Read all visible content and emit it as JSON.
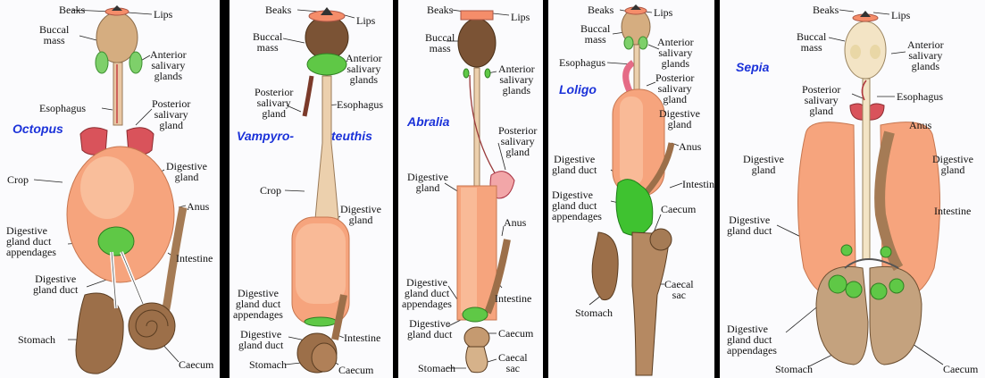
{
  "colors": {
    "gland": "#f6a47d",
    "gland_light": "#fbc9a8",
    "tube": "#e7c8a3",
    "brown": "#9c6f49",
    "green": "#5fc846",
    "red": "#d9535b",
    "label_blue": "#1b32d9"
  },
  "panels": [
    {
      "species": "Octopus",
      "labels": {
        "beaks": "Beaks",
        "lips": "Lips",
        "buccal_mass": "Buccal\nmass",
        "anterior_salivary": "Anterior\nsalivary\nglands",
        "esophagus": "Esophagus",
        "posterior_salivary": "Posterior\nsalivary\ngland",
        "crop": "Crop",
        "digestive_gland": "Digestive\ngland",
        "anus": "Anus",
        "gland_duct_appendages": "Digestive\ngland duct\nappendages",
        "intestine": "Intestine",
        "gland_duct": "Digestive\ngland duct",
        "stomach": "Stomach",
        "caecum": "Caecum"
      }
    },
    {
      "species_a": "Vampyro-",
      "species_b": "teuthis",
      "labels": {
        "beaks": "Beaks",
        "lips": "Lips",
        "buccal_mass": "Buccal\nmass",
        "anterior_salivary": "Anterior\nsalivary\nglands",
        "posterior_salivary": "Posterior\nsalivary\ngland",
        "esophagus": "Esophagus",
        "crop": "Crop",
        "digestive_gland": "Digestive\ngland",
        "gland_duct_appendages": "Digestive\ngland duct\nappendages",
        "gland_duct": "Digestive\ngland duct",
        "intestine": "Intestine",
        "stomach": "Stomach",
        "caecum": "Caecum"
      }
    },
    {
      "species": "Abralia",
      "labels": {
        "beaks": "Beaks",
        "lips": "Lips",
        "buccal_mass": "Buccal\nmass",
        "anterior_salivary": "Anterior\nsalivary\nglands",
        "posterior_salivary": "Posterior\nsalivary\ngland",
        "digestive_gland": "Digestive\ngland",
        "anus": "Anus",
        "intestine": "Intestine",
        "gland_duct_appendages": "Digestive\ngland duct\nappendages",
        "gland_duct": "Digestive\ngland duct",
        "caecum": "Caecum",
        "stomach": "Stomach",
        "caecal_sac": "Caecal\nsac"
      }
    },
    {
      "species": "Loligo",
      "labels": {
        "beaks": "Beaks",
        "lips": "Lips",
        "buccal_mass": "Buccal\nmass",
        "anterior_salivary": "Anterior\nsalivary\nglands",
        "esophagus": "Esophagus",
        "posterior_salivary": "Posterior\nsalivary\ngland",
        "digestive_gland": "Digestive\ngland",
        "anus": "Anus",
        "gland_duct": "Digestive\ngland duct",
        "intestine": "Intestine",
        "gland_duct_appendages": "Digestive\ngland duct\nappendages",
        "caecum": "Caecum",
        "caecal_sac": "Caecal\nsac",
        "stomach": "Stomach"
      }
    },
    {
      "species": "Sepia",
      "labels": {
        "beaks": "Beaks",
        "lips": "Lips",
        "buccal_mass": "Buccal\nmass",
        "anterior_salivary": "Anterior\nsalivary\nglands",
        "posterior_salivary": "Posterior\nsalivary\ngland",
        "esophagus": "Esophagus",
        "anus": "Anus",
        "digestive_gland_left": "Digestive\ngland",
        "digestive_gland_right": "Digestive\ngland",
        "intestine": "Intestine",
        "gland_duct": "Digestive\ngland duct",
        "gland_duct_appendages": "Digestive\ngland duct\nappendages",
        "stomach": "Stomach",
        "caecum": "Caecum"
      }
    }
  ]
}
